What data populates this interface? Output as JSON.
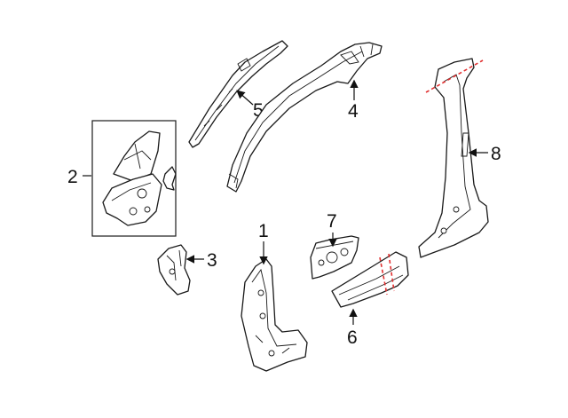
{
  "callouts": {
    "c1": "1",
    "c2": "2",
    "c3": "3",
    "c4": "4",
    "c5": "5",
    "c6": "6",
    "c7": "7",
    "c8": "8"
  },
  "colors": {
    "line": "#1a1a1a",
    "cut_line": "#e03030",
    "background": "#ffffff"
  }
}
